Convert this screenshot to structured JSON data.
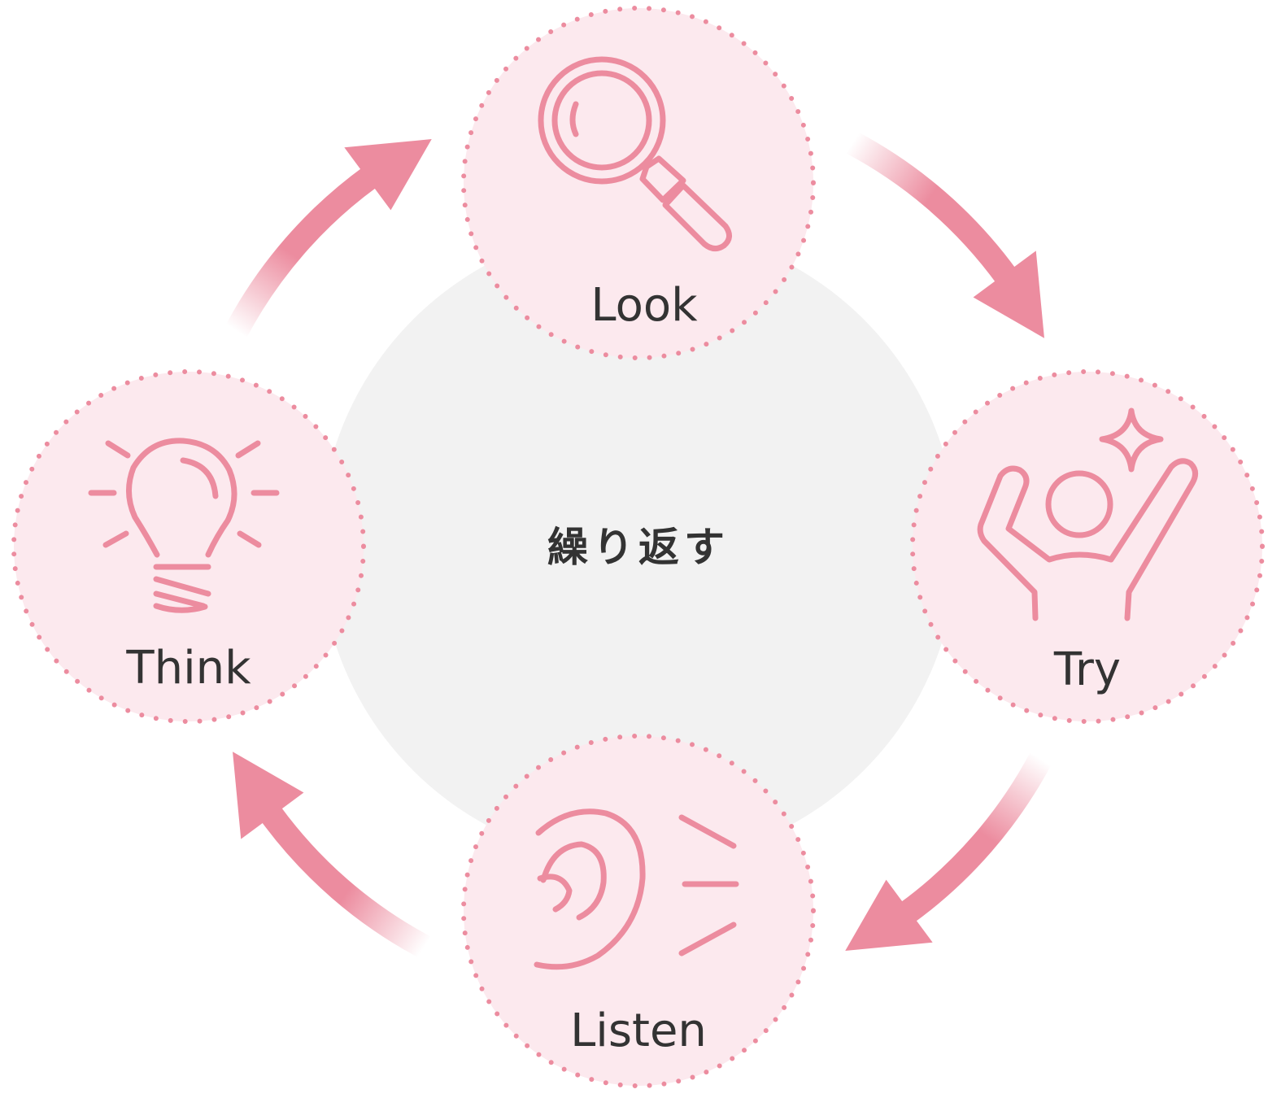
{
  "center": {
    "label": "繰り返す"
  },
  "steps": [
    {
      "label": "Look",
      "icon": "magnifier-icon"
    },
    {
      "label": "Try",
      "icon": "raised-hands-person-icon"
    },
    {
      "label": "Listen",
      "icon": "ear-icon"
    },
    {
      "label": "Think",
      "icon": "lightbulb-icon"
    }
  ],
  "colors": {
    "accent": "#ec8c9f",
    "circle_fill": "#fce9ee",
    "center_fill": "#f2f2f2",
    "text": "#333333"
  }
}
